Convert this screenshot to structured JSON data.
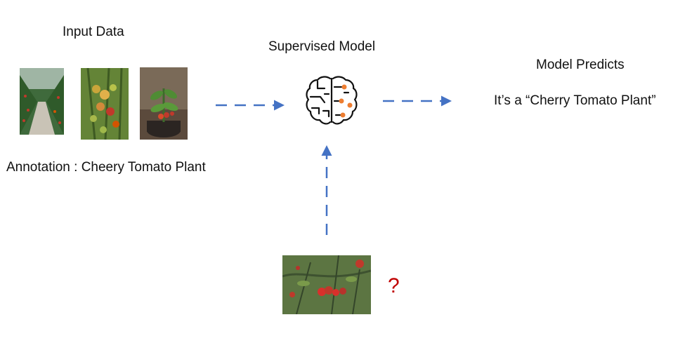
{
  "input": {
    "title": "Input Data",
    "annotation": "Annotation : Cheery Tomato Plant"
  },
  "model": {
    "title": "Supervised Model",
    "icon": "brain-circuit-icon"
  },
  "prediction": {
    "title": "Model Predicts",
    "result": "It’s a “Cherry Tomato Plant”"
  },
  "query": {
    "mark": "?"
  },
  "colors": {
    "arrow": "#4472C4",
    "question": "#C00000",
    "node": "#ED7D31"
  }
}
